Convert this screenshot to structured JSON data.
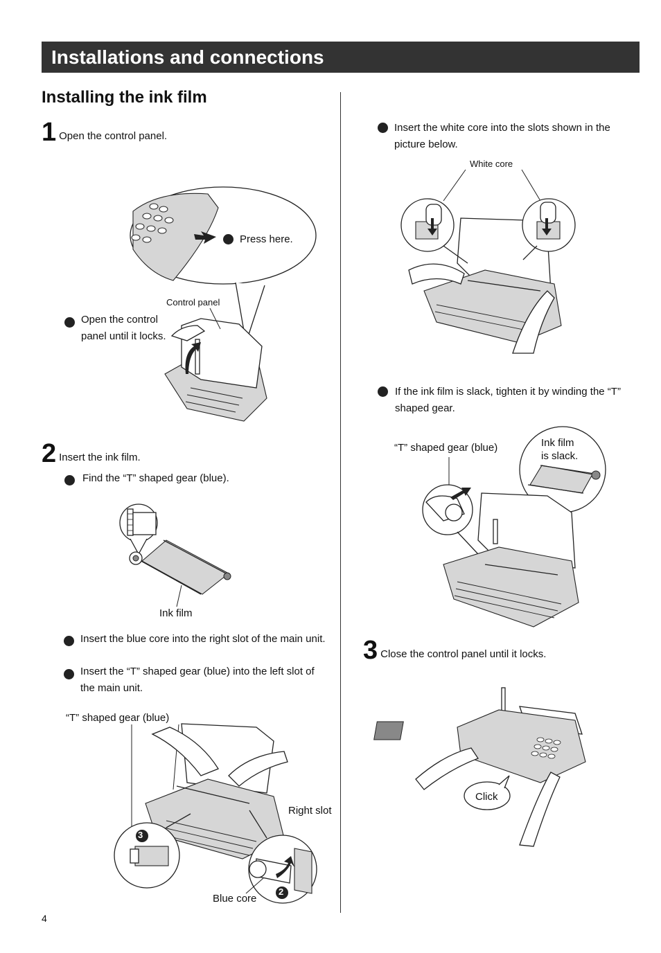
{
  "header": {
    "title": "Installations and connections"
  },
  "section": {
    "title": "Installing the ink film"
  },
  "steps": [
    {
      "num": "1",
      "text": "Open the control panel."
    },
    {
      "num": "2",
      "text": "Insert the ink film."
    },
    {
      "num": "3",
      "text": "Close the control panel until it locks."
    }
  ],
  "step1": {
    "press_here": "Press here.",
    "control_panel": "Control panel",
    "open_line1": "Open the control",
    "open_line2": "panel until it locks."
  },
  "step2": {
    "find_gear": "Find the “T” shaped gear (blue).",
    "ink_film": "Ink film",
    "insert_blue": "Insert the blue core into the right slot of the main unit.",
    "insert_t_line1": "Insert the “T” shaped gear (blue) into the left slot of",
    "insert_t_line2": "the main unit.",
    "t_gear": "“T” shaped gear (blue)",
    "right_slot": "Right slot",
    "blue_core": "Blue core",
    "marker3": "3",
    "marker2": "2"
  },
  "right": {
    "white_line1": "Insert the white core into the slots shown in the",
    "white_line2": "picture below.",
    "white_core": "White core",
    "slack_line1": "If the ink film is slack, tighten it by winding the “T”",
    "slack_line2": "shaped gear.",
    "t_gear": "“T” shaped gear (blue)",
    "slack1": "Ink film",
    "slack2": "is slack.",
    "click": "Click"
  },
  "page": {
    "number": "4"
  }
}
